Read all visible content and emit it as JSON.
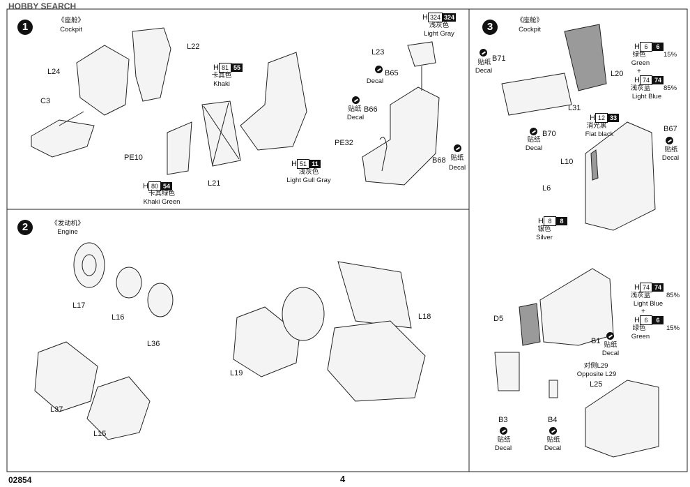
{
  "header": {
    "brand": "HOBBY SEARCH",
    "catalog": "02854",
    "page": "4"
  },
  "steps": {
    "s1": {
      "num": "1",
      "title_cn": "《座舱》",
      "title_en": "Cockpit"
    },
    "s2": {
      "num": "2",
      "title_cn": "《发动机》",
      "title_en": "Engine"
    },
    "s3": {
      "num": "3",
      "title_cn": "《座舱》",
      "title_en": "Cockpit"
    }
  },
  "parts": {
    "L22": "L22",
    "L24": "L24",
    "C3": "C3",
    "PE10": "PE10",
    "L21": "L21",
    "L23": "L23",
    "B65": "B65",
    "B66": "B66",
    "PE32": "PE32",
    "B68": "B68",
    "L17": "L17",
    "L16": "L16",
    "L36": "L36",
    "L37": "L37",
    "L15": "L15",
    "L18": "L18",
    "L19": "L19",
    "B71": "B71",
    "L20": "L20",
    "L31": "L31",
    "B70": "B70",
    "B67": "B67",
    "L10": "L10",
    "L6": "L6",
    "D5": "D5",
    "B1": "B1",
    "B3": "B3",
    "B4": "B4",
    "L25": "L25",
    "opposite_cn": "对侧L29",
    "opposite_en": "Opposite L29"
  },
  "decal": {
    "cn": "贴纸",
    "en": "Decal"
  },
  "colors": {
    "khaki": {
      "h": "H",
      "a": "81",
      "b": "55",
      "cn": "卡其色",
      "en": "Khaki"
    },
    "lightgullgray": {
      "h": "H",
      "a": "51",
      "b": "11",
      "cn": "浅灰色",
      "en": "Light Gull Gray"
    },
    "khakigreen": {
      "h": "H",
      "a": "80",
      "b": "54",
      "cn": "卡其绿色",
      "en": "Khaki Green"
    },
    "lightgray": {
      "h": "H",
      "a": "324",
      "b": "324",
      "cn": "浅灰色",
      "en": "Light Gray"
    },
    "green_top": {
      "h": "H",
      "a": "6",
      "b": "6",
      "cn": "绿色",
      "en": "Green",
      "pct": "15%"
    },
    "lightblue_top": {
      "h": "H",
      "a": "74",
      "b": "74",
      "cn": "浅灰蓝",
      "en": "Light Blue",
      "pct": "85%"
    },
    "flatblack": {
      "h": "H",
      "a": "12",
      "b": "33",
      "cn": "消光黑",
      "en": "Flat black"
    },
    "silver": {
      "h": "H",
      "a": "8",
      "b": "8",
      "cn": "银色",
      "en": "Silver"
    },
    "lightblue_bot": {
      "h": "H",
      "a": "74",
      "b": "74",
      "cn": "浅灰蓝",
      "en": "Light Blue",
      "pct": "85%"
    },
    "green_bot": {
      "h": "H",
      "a": "6",
      "b": "6",
      "cn": "绿色",
      "en": "Green",
      "pct": "15%"
    },
    "plus": "+"
  }
}
